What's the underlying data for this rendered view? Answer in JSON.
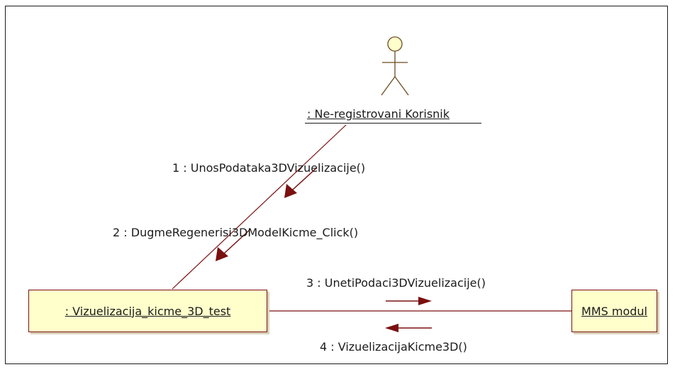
{
  "diagram": {
    "actor": {
      "name": ": Ne-registrovani Korisnik"
    },
    "objects": {
      "vizualizacija": ": Vizuelizacija_kicme_3D_test",
      "mms": "MMS modul"
    },
    "messages": [
      {
        "label": "1 : UnosPodataka3DVizuelizacije()",
        "from": "actor",
        "to": "vizualizacija"
      },
      {
        "label": "2 : DugmeRegenerisi3DModelKicme_Click()",
        "from": "actor",
        "to": "vizualizacija"
      },
      {
        "label": "3 : UnetiPodaci3DVizuelizacije()",
        "from": "vizualizacija",
        "to": "mms"
      },
      {
        "label": "4 : VizuelizacijaKicme3D()",
        "from": "mms",
        "to": "vizualizacija"
      }
    ],
    "colors": {
      "object_fill": "#ffffcc",
      "link": "#7a1010",
      "arrow": "#7a1010",
      "actor_head": "#ffffcc"
    }
  }
}
